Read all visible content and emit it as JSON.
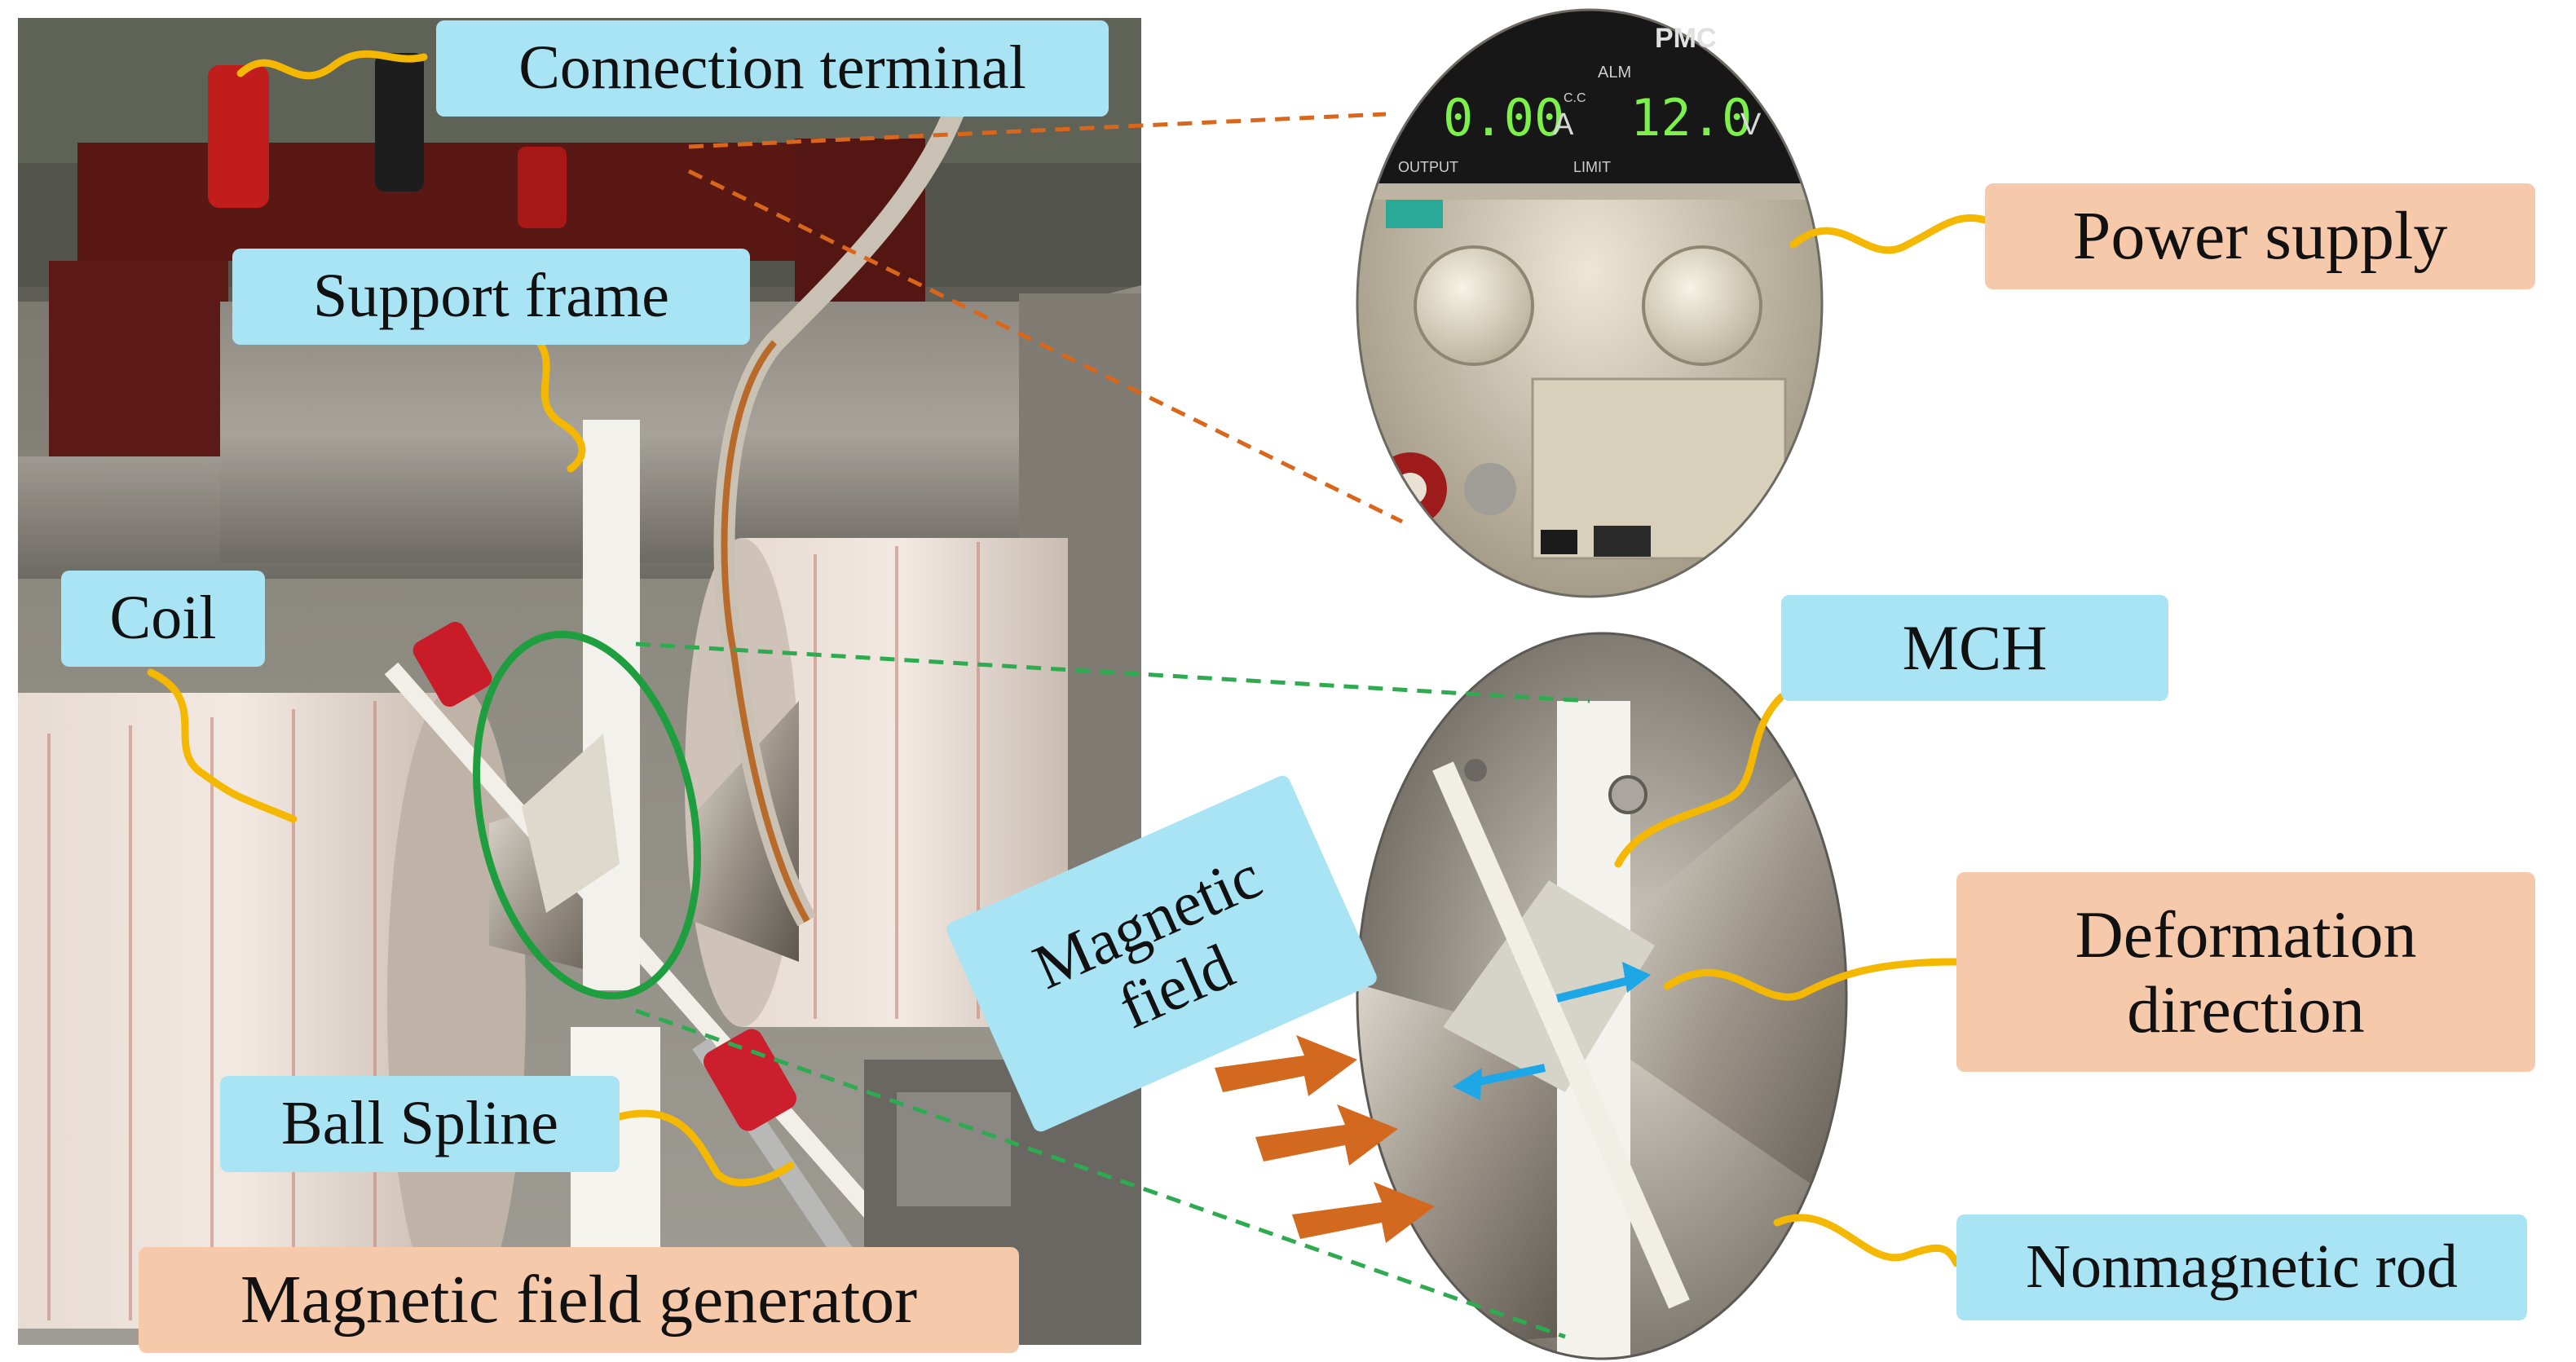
{
  "labels": {
    "connection_terminal": "Connection terminal",
    "support_frame": "Support frame",
    "coil": "Coil",
    "ball_spline": "Ball Spline",
    "magnetic_field_generator": "Magnetic field generator",
    "power_supply": "Power supply",
    "mch": "MCH",
    "magnetic_field_line1": "Magnetic",
    "magnetic_field_line2": "field",
    "deformation_line1": "Deformation",
    "deformation_line2": "direction",
    "nonmagnetic_rod": "Nonmagnetic rod"
  },
  "power_supply_panel": {
    "brand": "PMC",
    "alarm": "ALM",
    "current_reading": "0.00",
    "current_unit": "A",
    "voltage_reading": "12.0",
    "voltage_unit": "V",
    "cc": "C.C",
    "output": "OUTPUT",
    "limit": "LIMIT"
  },
  "colors": {
    "label_blue": "#a9e4f5",
    "label_peach": "#f6c9ab",
    "leader_line": "#f5b800",
    "dashed_orange": "#d9661a",
    "dashed_green": "#2eaa50",
    "highlight_ellipse": "#1f9e3f",
    "force_arrow": "#d2691e",
    "deformation_arrow": "#1ea7e6"
  }
}
